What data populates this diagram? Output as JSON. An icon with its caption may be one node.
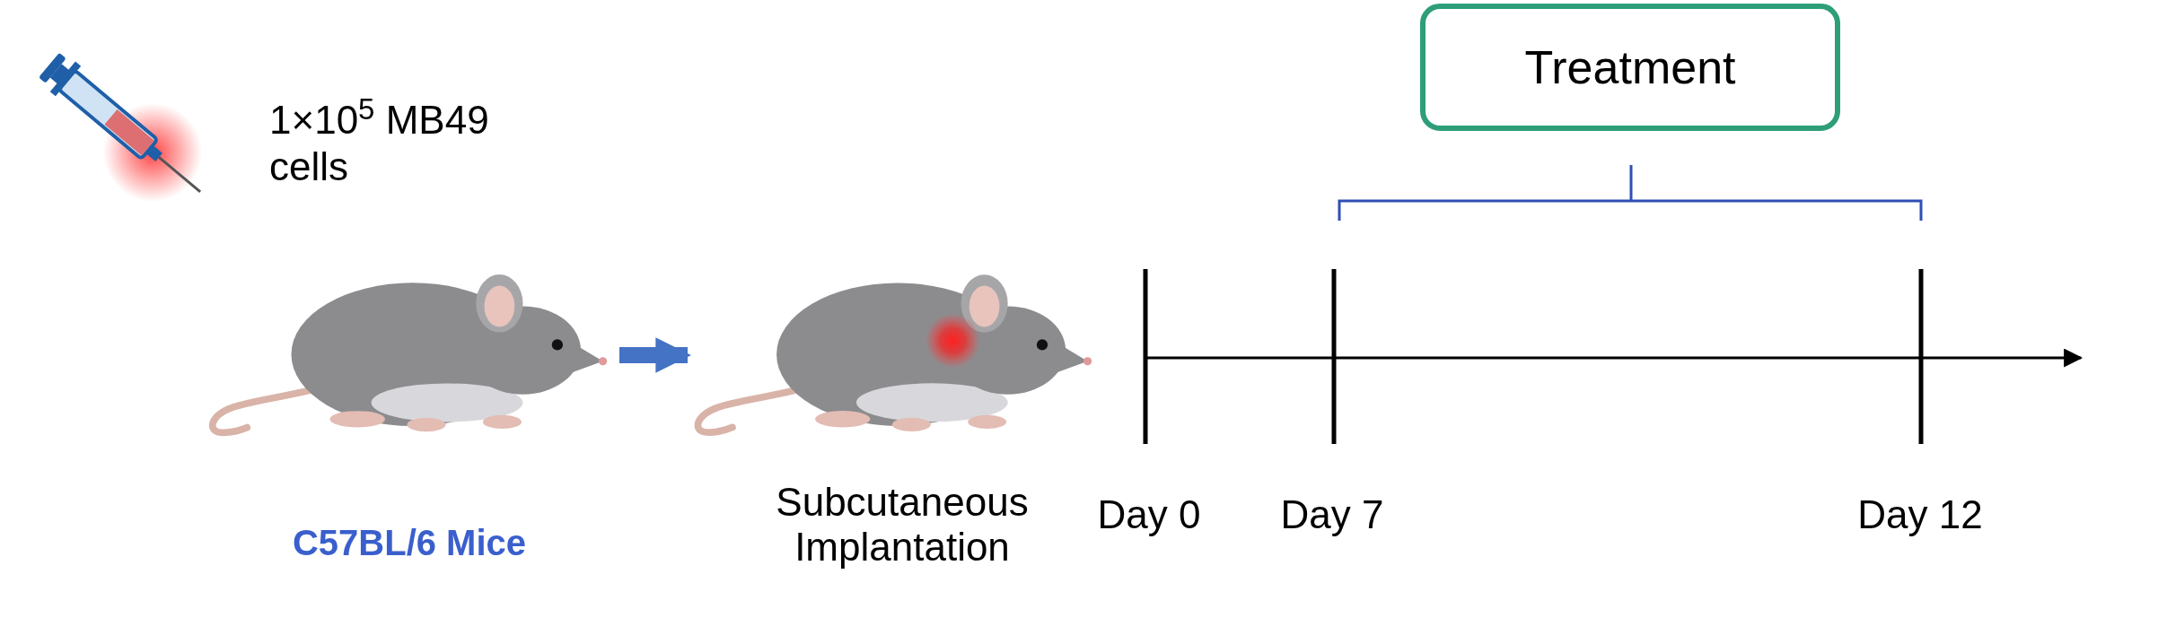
{
  "diagram": {
    "nodes": [
      {
        "text": [
          "Treatment"
        ]
      },
      {
        "text": [
          "C57BL/6 Mice"
        ]
      },
      {
        "text": [
          "Subcutaneous Implantation"
        ]
      }
    ],
    "edges": [
      {
        "from": 1,
        "to": 2,
        "arrow": "to"
      }
    ],
    "labels": [
      "1×10$^{5}$ MB49 cells",
      "Day 0",
      "Day 7",
      "Day 12"
    ]
  }
}
